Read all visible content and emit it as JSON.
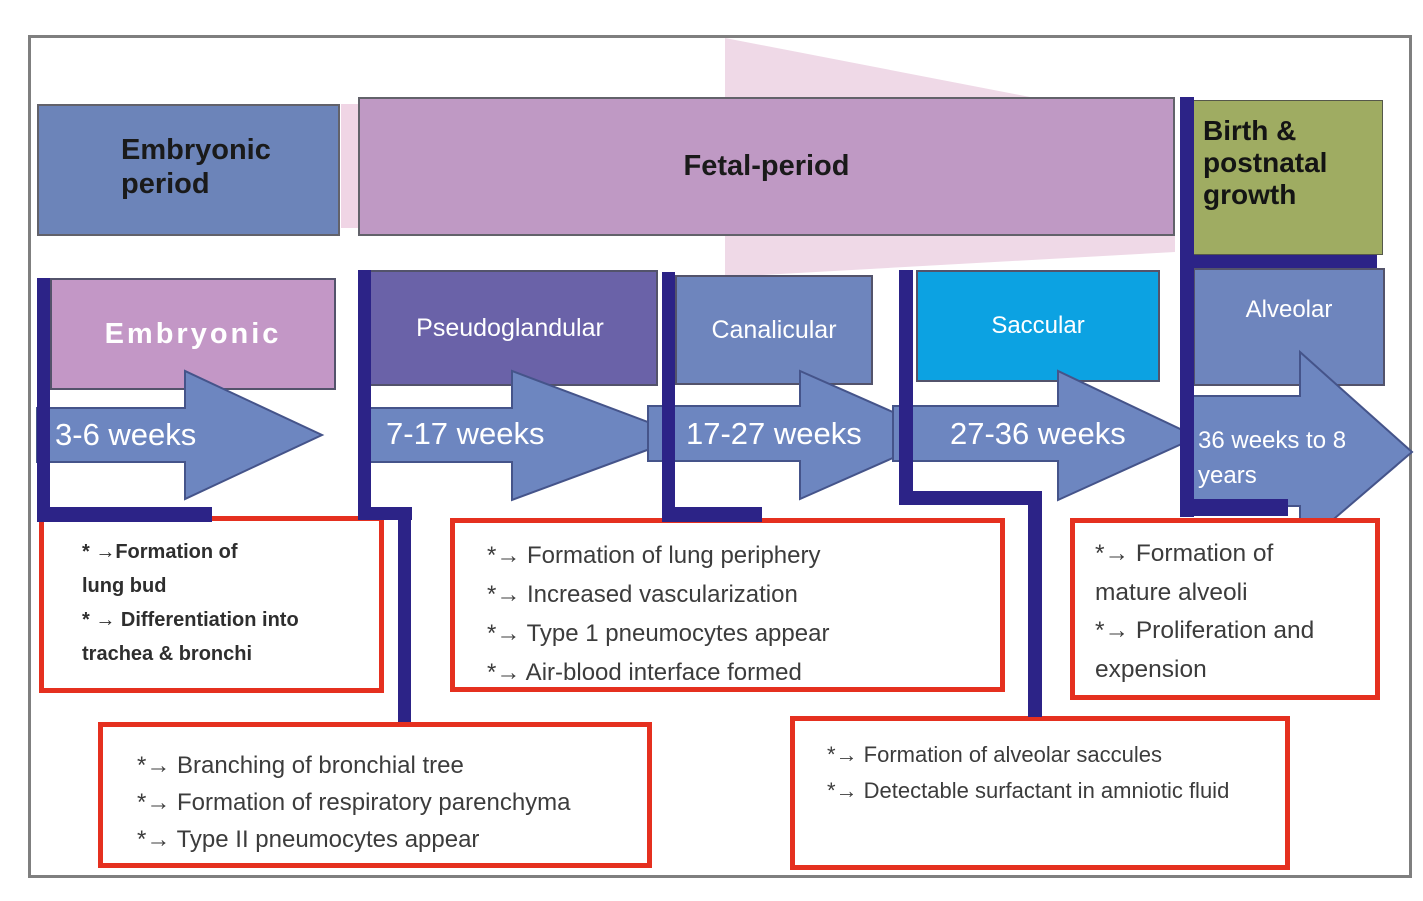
{
  "title": "Lung development periods and stages diagram",
  "colors": {
    "navy_connector": "#2c2387",
    "red_note_border": "#e5301f",
    "arrow_fill": "#6d86c0",
    "arrow_outline": "#45548a",
    "embryonic_period_blue": "#6c84b9",
    "fetal_period_mauve": "#bf99c4",
    "birth_green": "#9fac62",
    "pink_triangle": "#efd9e7",
    "stage_embryonic_pink": "#c397c6",
    "stage_pseudoglandular_purple": "#6a62a8",
    "stage_canalicular_blue": "#6e85bd",
    "stage_saccular_cyan": "#0ca2e2",
    "stage_alveolar_blue": "#6e85bd",
    "outer_border_gray": "#7f7f7f"
  },
  "periods": {
    "embryonic": "Embryonic period",
    "fetal": "Fetal-period",
    "birth": "Birth & postnatal growth"
  },
  "stages": [
    {
      "label": "Embryonic",
      "weeks": "3-6 weeks"
    },
    {
      "label": "Pseudoglandular",
      "weeks": "7-17 weeks"
    },
    {
      "label": "Canalicular",
      "weeks": "17-27 weeks"
    },
    {
      "label": "Saccular",
      "weeks": "27-36 weeks"
    },
    {
      "label": "Alveolar",
      "weeks": "36 weeks to 8 years"
    }
  ],
  "notes": {
    "embryonic": [
      "* →Formation of",
      "lung bud",
      "* → Differentiation into",
      "trachea & bronchi"
    ],
    "pseudoglandular": [
      "*→ Branching of bronchial tree",
      "*→ Formation of respiratory parenchyma",
      "*→ Type II pneumocytes appear"
    ],
    "canalicular": [
      "*→ Formation of lung periphery",
      "*→ Increased vascularization",
      "*→ Type 1 pneumocytes appear",
      "*→ Air-blood interface formed"
    ],
    "saccular": [
      "*→ Formation of alveolar saccules",
      "*→ Detectable surfactant in amniotic fluid"
    ],
    "alveolar": [
      "*→ Formation of",
      "mature alveoli",
      "*→ Proliferation and",
      "expension"
    ]
  }
}
